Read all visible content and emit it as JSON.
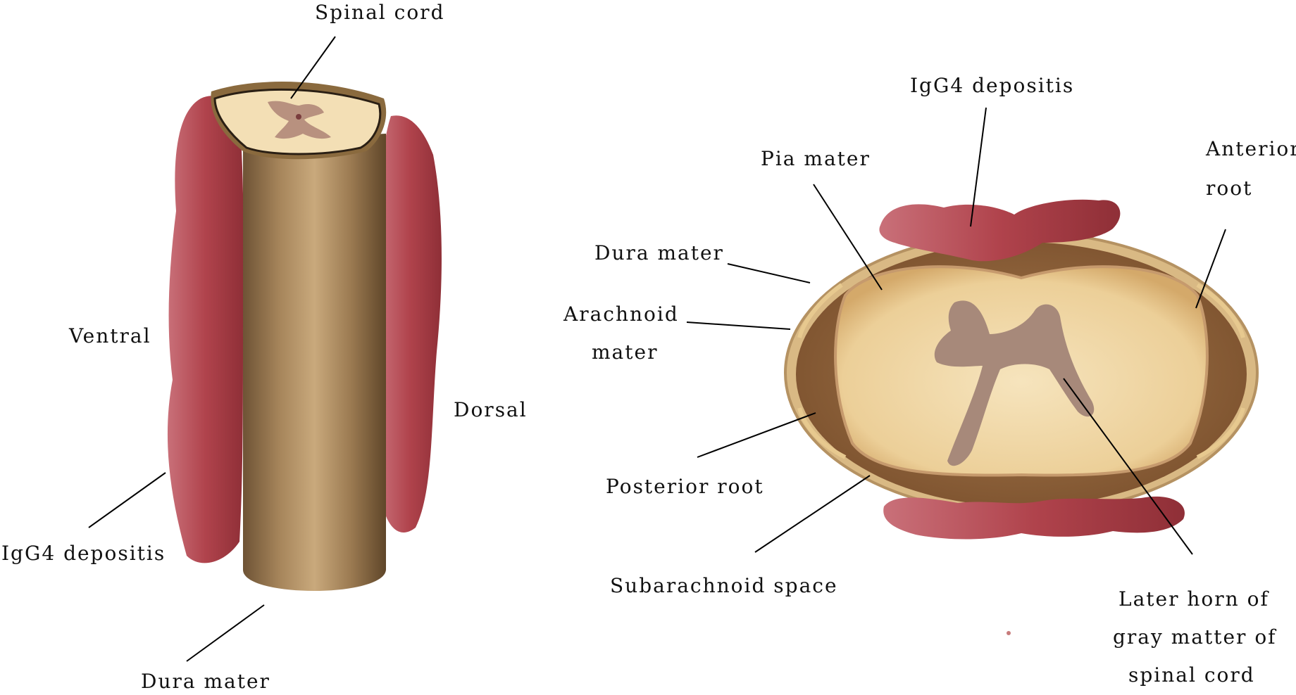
{
  "left_figure": {
    "spinal_cord": "Spinal cord",
    "ventral": "Ventral",
    "dorsal": "Dorsal",
    "igg4": "IgG4 depositis",
    "dura_mater": "Dura mater"
  },
  "right_figure": {
    "igg4": "IgG4 depositis",
    "pia_mater": "Pia mater",
    "anterior_root_line1": "Anterior",
    "anterior_root_line2": "root",
    "dura_mater": "Dura mater",
    "arachnoid_line1": "Arachnoid",
    "arachnoid_line2": "mater",
    "posterior_root": "Posterior root",
    "subarachnoid": "Subarachnoid space",
    "lateral_horn_line1": "Later horn of",
    "lateral_horn_line2": "gray matter of",
    "lateral_horn_line3": "spinal cord"
  },
  "colors": {
    "dura": "#a8875e",
    "deposit": "#b34a52",
    "white_matter": "#f2dcb0",
    "gray_matter": "#a78a78",
    "subarachnoid": "#8a5f3a"
  }
}
